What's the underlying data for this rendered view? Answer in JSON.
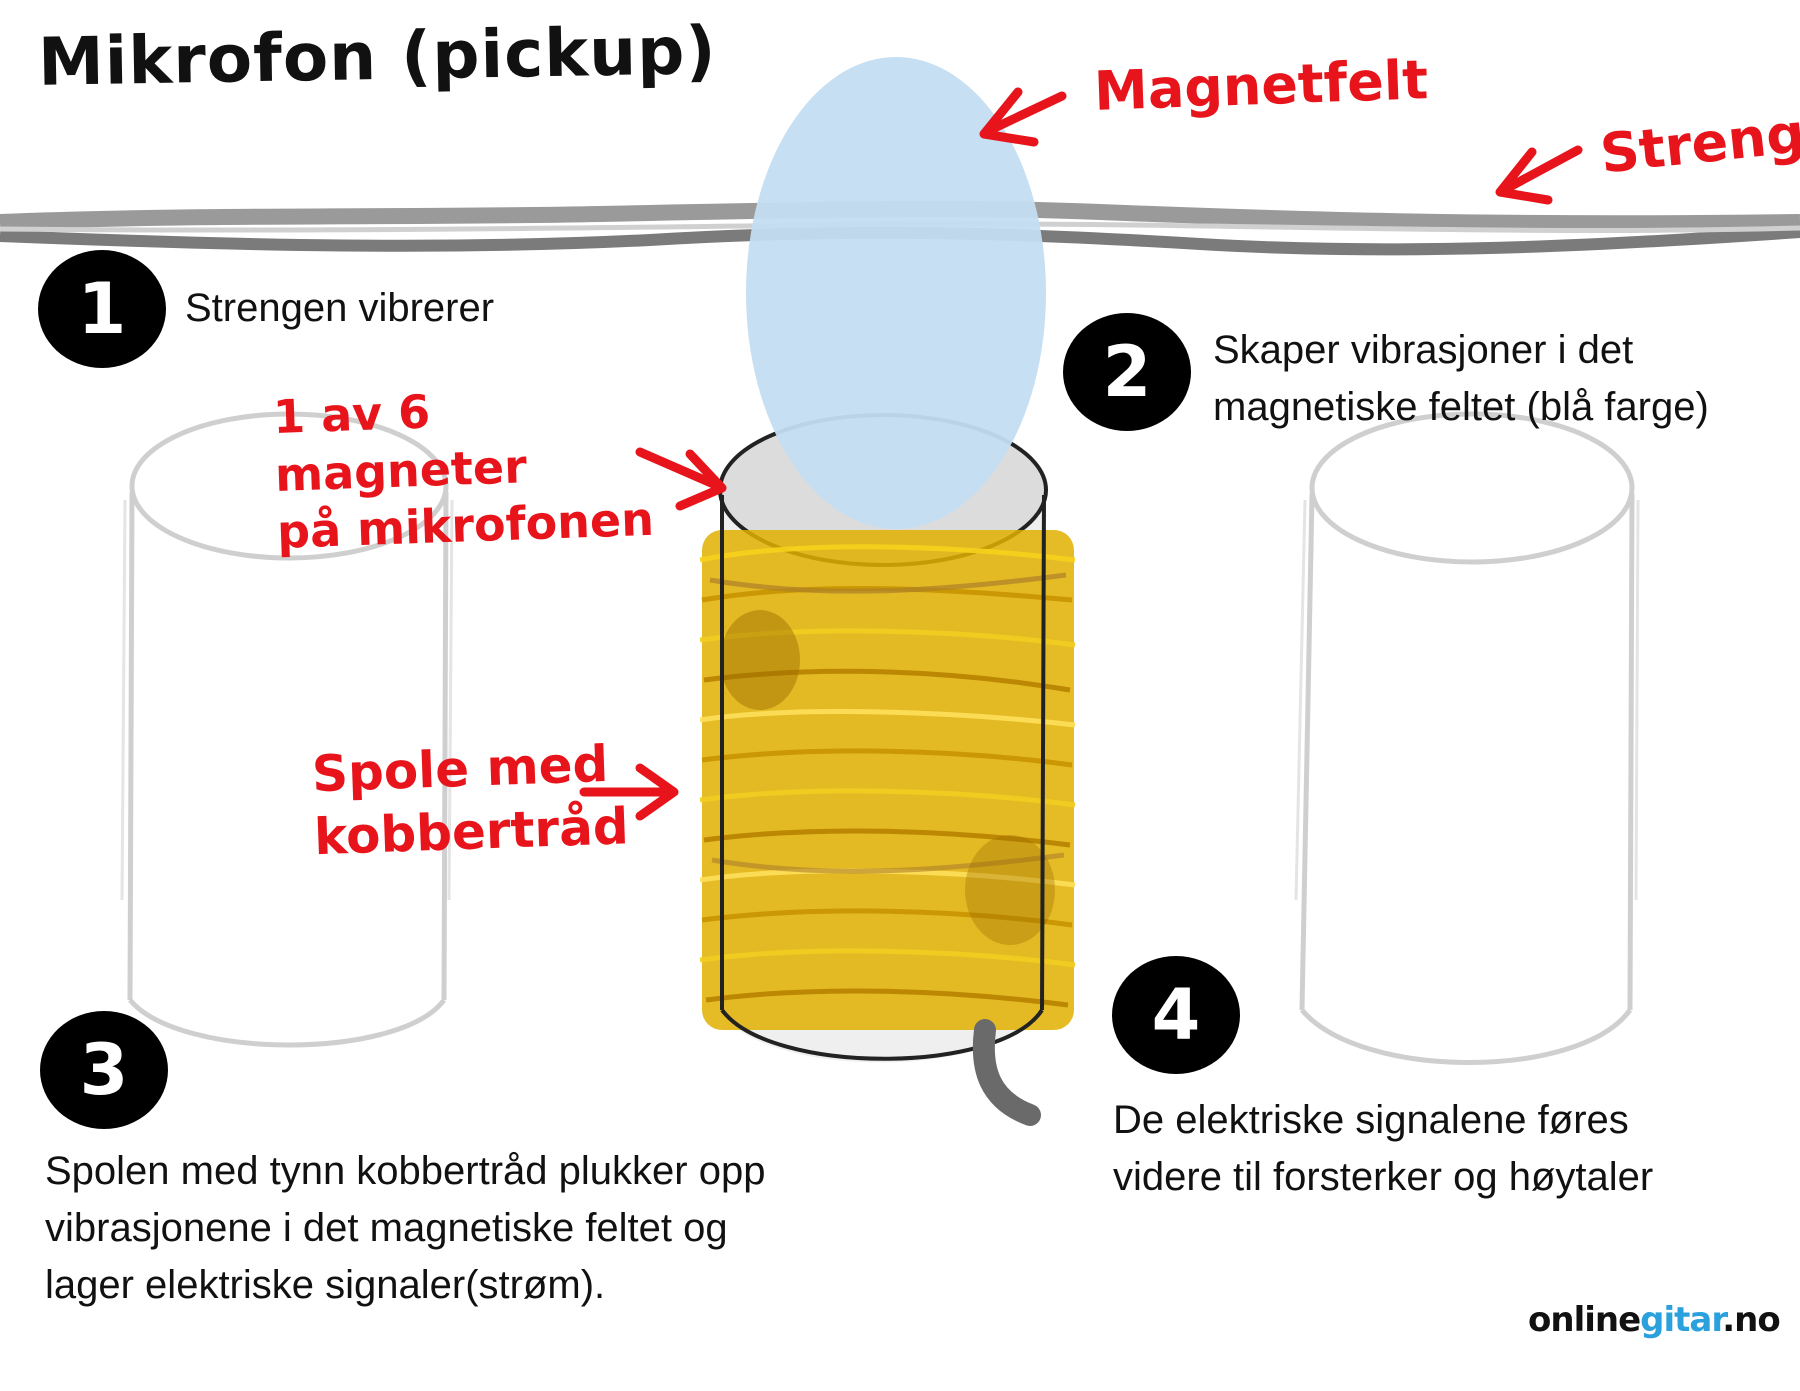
{
  "title": "Mikrofon (pickup)",
  "labels": {
    "magnetfelt": "Magnetfelt",
    "streng": "Streng",
    "magneter_line1": "1 av 6 magneter",
    "magneter_line2": "på mikrofonen",
    "spole_line1": "Spole med",
    "spole_line2": "kobbertråd"
  },
  "steps": [
    {
      "number": "1",
      "text": "Strengen vibrerer"
    },
    {
      "number": "2",
      "text_line1": "Skaper vibrasjoner i det",
      "text_line2": "magnetiske feltet (blå farge)"
    },
    {
      "number": "3",
      "text_line1": "Spolen med tynn kobbertråd plukker opp",
      "text_line2": "vibrasjonene i det magnetiske feltet og",
      "text_line3": "lager elektriske signaler(strøm)."
    },
    {
      "number": "4",
      "text_line1": "De elektriske signalene føres",
      "text_line2": "videre til forsterker og høytaler"
    }
  ],
  "logo": {
    "part1": "online",
    "part2": "gitar",
    "part3": ".no"
  },
  "colors": {
    "annotation": "#e8141b",
    "magnetic_field": "#c4ddf2",
    "coil": "#e3b500",
    "string": "#8a8a8a",
    "logo_accent": "#2aa0dc"
  }
}
